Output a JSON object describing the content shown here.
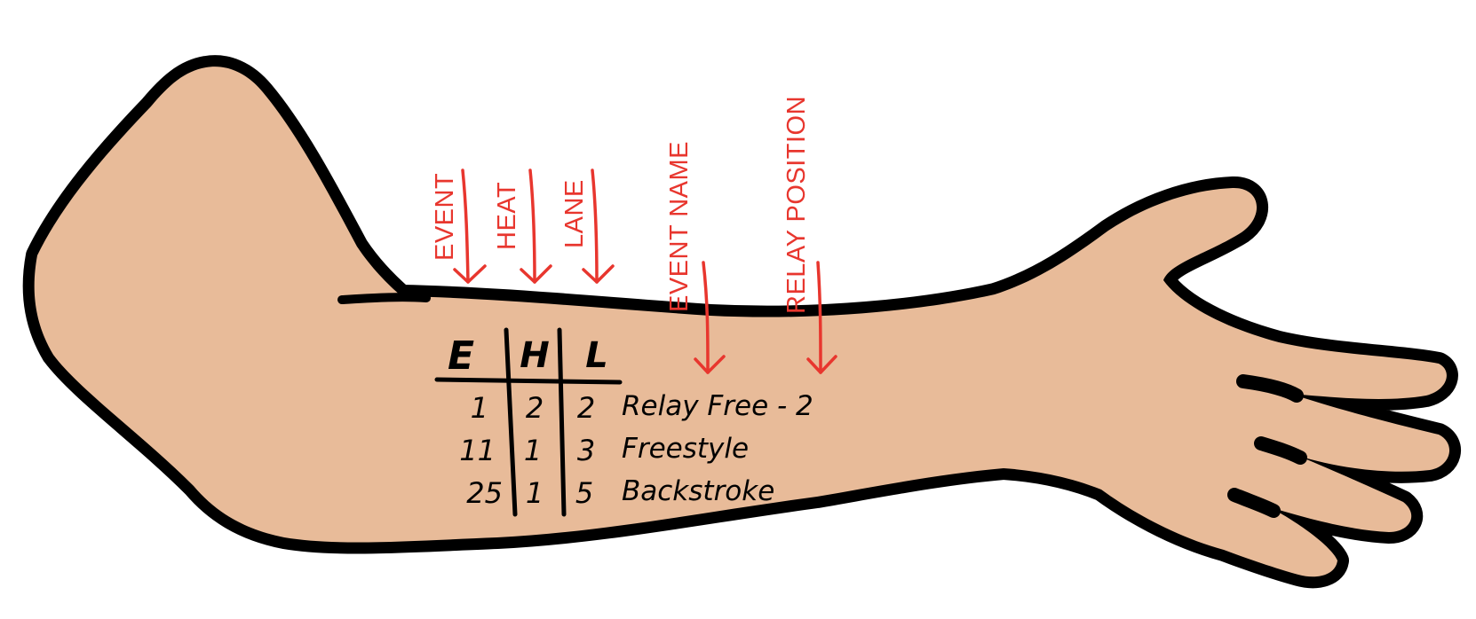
{
  "colors": {
    "skin": "#E8BB99",
    "outline": "#000000",
    "annotation": "#E8362E",
    "background": "#FFFFFF"
  },
  "annotations": {
    "event": "EVENT",
    "heat": "HEAT",
    "lane": "LANE",
    "event_name": "EVENT NAME",
    "relay_position": "RELAY POSITION"
  },
  "table": {
    "headers": {
      "event": "E",
      "heat": "H",
      "lane": "L"
    },
    "rows": [
      {
        "event": "1",
        "heat": "2",
        "lane": "2",
        "name": "Relay Free - 2"
      },
      {
        "event": "11",
        "heat": "1",
        "lane": "3",
        "name": "Freestyle"
      },
      {
        "event": "25",
        "heat": "1",
        "lane": "5",
        "name": "Backstroke"
      }
    ]
  }
}
